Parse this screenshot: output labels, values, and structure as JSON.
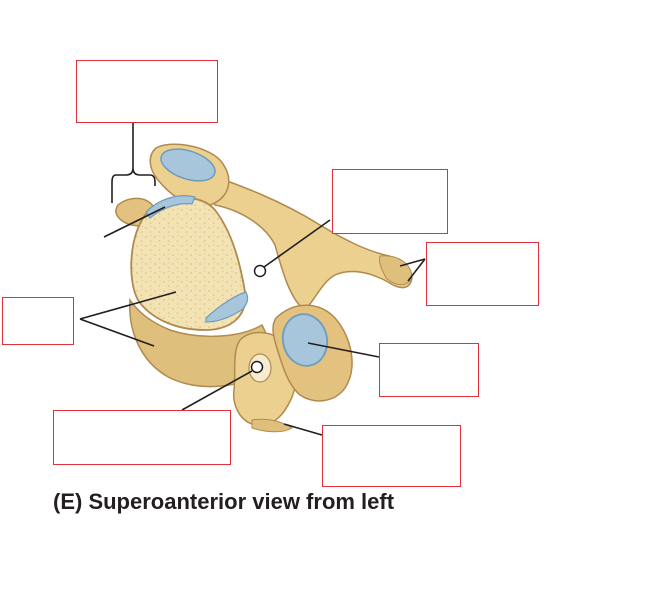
{
  "figure": {
    "caption": "(E) Superoanterior view from left",
    "label_boxes": [
      {
        "id": "top-left",
        "text": ""
      },
      {
        "id": "upper-middle",
        "text": ""
      },
      {
        "id": "right-upper",
        "text": ""
      },
      {
        "id": "left",
        "text": ""
      },
      {
        "id": "right-middle",
        "text": ""
      },
      {
        "id": "bottom-left",
        "text": ""
      },
      {
        "id": "bottom-right",
        "text": ""
      }
    ],
    "colors": {
      "bone": "#ecd08f",
      "bone_shadow": "#c9a563",
      "bone_outline": "#b08a4e",
      "cancellous": "#f3e2b3",
      "cartilage": "#a7c6dc",
      "cartilage_edge": "#6f9cbc",
      "leader_line": "#231f20",
      "box_border": "#e0313a"
    }
  }
}
